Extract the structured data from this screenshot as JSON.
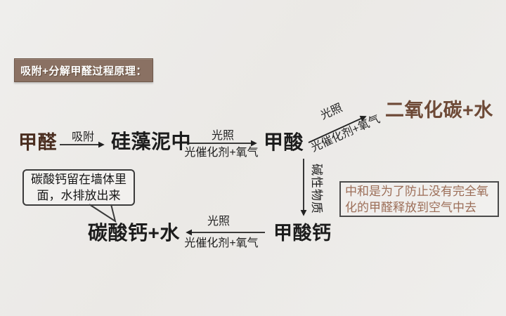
{
  "title": {
    "label": "吸附+分解甲醛过程原理："
  },
  "colors": {
    "page_bg": "#edebe8",
    "title_bg": "#8a7163",
    "title_border": "#6e584a",
    "formaldehyde_text": "#4a2d1f",
    "co2_text": "#6d4936",
    "note_text": "#9c6e58",
    "arrow": "#222222"
  },
  "nodes": {
    "formaldehyde": {
      "label": "甲醛"
    },
    "diatom_mud": {
      "label": "硅藻泥中"
    },
    "formic_acid": {
      "label": "甲酸"
    },
    "co2_water": {
      "label": "二氧化碳+水"
    },
    "calcium_formate": {
      "label": "甲酸钙"
    },
    "calcium_carbonate_water": {
      "label": "碳酸钙+水"
    }
  },
  "arrows": {
    "adsorption": {
      "label": "吸附"
    },
    "to_formic_acid": {
      "top": "光照",
      "bottom": "光催化剂+氧气"
    },
    "to_co2": {
      "top": "光照",
      "bottom": "光催化剂+氧气"
    },
    "alkaline": {
      "label": "碱性物质"
    },
    "to_calcium_carbonate": {
      "top": "光照",
      "bottom": "光催化剂+氧气"
    }
  },
  "callout": {
    "line1": "碳酸钙留在墙体里",
    "line2": "面，水排放出来"
  },
  "note": {
    "line1": "中和是为了防止没有完全氧",
    "line2": "化的甲醛释放到空气中去"
  }
}
